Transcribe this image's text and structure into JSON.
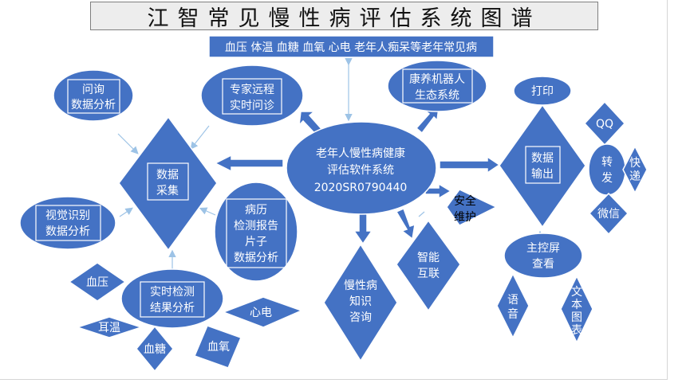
{
  "title": "江智常见慢性病评估系统图谱",
  "top_banner": "血压 体温 血糖 血氧 心电 老年人痴呆等老年常见病",
  "center": {
    "line1": "老年人慢性病健康",
    "line2": "评估软件系统",
    "line3": "2020SR0790440"
  },
  "remote": {
    "line1": "专家远程",
    "line2": "实时问诊"
  },
  "robot": {
    "line1": "康养机器人",
    "line2": "生态系统"
  },
  "inquiry": {
    "line1": "问询",
    "line2": "数据分析"
  },
  "collect": {
    "line1": "数据",
    "line2": "采集"
  },
  "visual": {
    "line1": "视觉识别",
    "line2": "数据分析"
  },
  "records": {
    "line1": "病历",
    "line2": "检测报告",
    "line3": "片子",
    "line4": "数据分析"
  },
  "realtime": {
    "line1": "实时检测",
    "line2": "结果分析"
  },
  "sensors": {
    "bp": "血压",
    "ear": "耳温",
    "sugar": "血糖",
    "oxygen": "血氧",
    "ecg": "心电"
  },
  "chronic": {
    "line1": "慢性病",
    "line2": "知识",
    "line3": "咨询"
  },
  "smart": {
    "line1": "智能",
    "line2": "互联"
  },
  "security": {
    "line1": "安全",
    "line2": "维护"
  },
  "output": {
    "line1": "数据",
    "line2": "输出"
  },
  "print": "打印",
  "qq": "QQ",
  "forward": {
    "line1": "转",
    "line2": "发"
  },
  "express": {
    "line1": "快",
    "line2": "递"
  },
  "wechat": "微信",
  "main_screen": {
    "line1": "主控屏",
    "line2": "查看"
  },
  "voice": {
    "line1": "语",
    "line2": "音"
  },
  "text_chart": {
    "line1": "文",
    "line2": "本",
    "line3": "图",
    "line4": "表"
  },
  "colors": {
    "shape_fill": "#4472c4",
    "shape_stroke": "#ffffff",
    "thin_arrow": "#9dc3e6"
  }
}
